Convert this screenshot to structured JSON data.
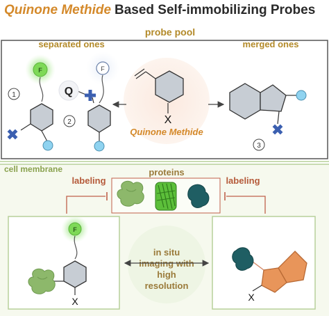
{
  "title": {
    "highlight": "Quinone Methide",
    "rest": "Based Self-immobilizing  Probes"
  },
  "probe_pool": {
    "label": "probe pool",
    "separated_label": "separated ones",
    "merged_label": "merged ones",
    "center_label": "Quinone Methide",
    "center_atom": "X",
    "numbers": [
      "1",
      "2",
      "3"
    ],
    "fluor_letter": "F",
    "quencher_letter": "Q"
  },
  "membrane": {
    "label": "cell membrane",
    "proteins_label": "proteins",
    "labeling_left": "labeling",
    "labeling_right": "labeling",
    "center_text": [
      "in situ",
      "imaging with",
      "high",
      "resolution"
    ],
    "x_left": "X",
    "x_right": "X"
  },
  "colors": {
    "title_accent": "#d4892a",
    "fluor_green": "#7ed957",
    "probe_blue": "#8fd3f0",
    "cross_blue": "#3b5fb0",
    "hex_gray": "#c7cdd4",
    "hex_orange": "#e8955a",
    "protein_green": "#8db86b",
    "protein_teal": "#1f5e63",
    "arrow_red": "#c0604a"
  }
}
